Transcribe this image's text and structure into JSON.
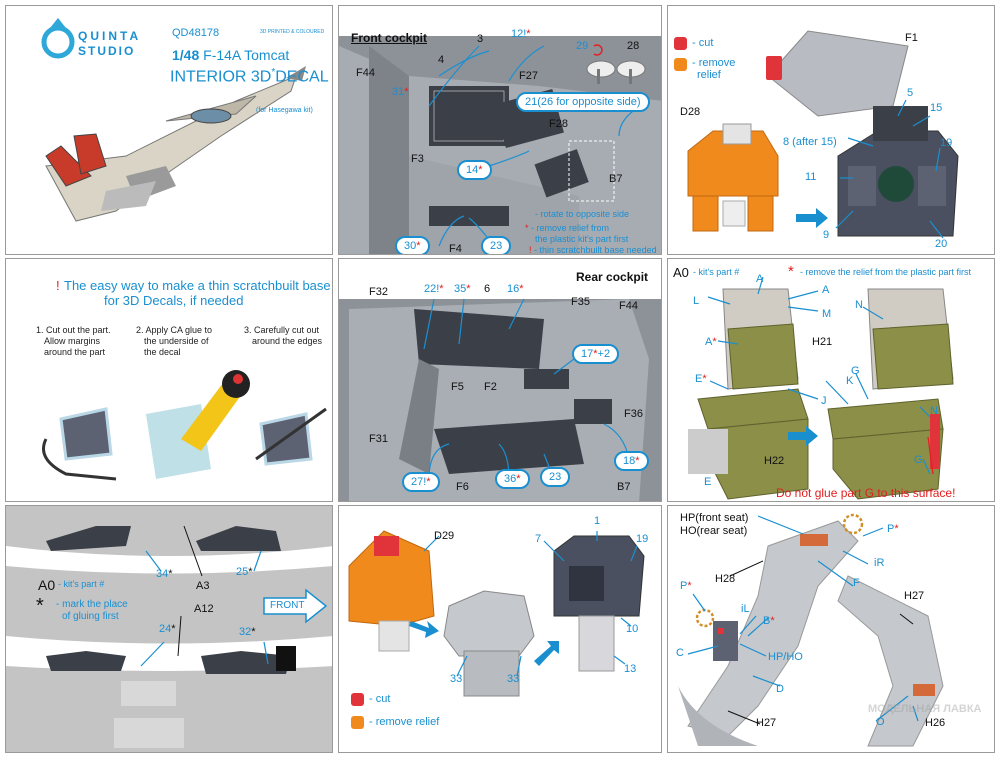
{
  "header": {
    "brand_line1": "QUINTA",
    "brand_line2": "STUDIO",
    "code": "QD48178",
    "printed_note": "3D PRINTED & COLOURED",
    "scale": "1/48",
    "model": "F-14A Tomcat",
    "product": "INTERIOR 3D",
    "product_star": "*",
    "product_suffix": "DECAL",
    "kit_note": "(for Hasegawa kit)"
  },
  "front_cockpit": {
    "title": "Front cockpit",
    "labels": [
      "F44",
      "31",
      "3",
      "4",
      "12!",
      "F27",
      "29",
      "28",
      "21(26 for opposite side)",
      "F28",
      "F3",
      "14",
      "B7",
      "F4",
      "30",
      "23"
    ],
    "legend": [
      {
        "symbol": "rotate",
        "text": "- rotate to opposite side"
      },
      {
        "symbol": "*",
        "text": "- remove relief from"
      },
      {
        "symbol": "",
        "text": "the plastic kit's part first"
      },
      {
        "symbol": "!",
        "text": "- thin scratchbuilt base needed"
      }
    ]
  },
  "relief_panel": {
    "legend_cut": "- cut",
    "legend_remove": "- remove",
    "legend_remove2": "relief",
    "labels": [
      "F1",
      "D28",
      "5",
      "15",
      "8 (after 15)",
      "19",
      "11",
      "9",
      "20"
    ]
  },
  "thin_base": {
    "title_line1": "The easy way to make a thin scratchbuilt base",
    "title_line2": "for 3D Decals, if needed",
    "exclamation": "!",
    "steps": [
      {
        "line1": "1. Cut out the part.",
        "line2": "Allow margins",
        "line3": "around the part"
      },
      {
        "line1": "2. Apply CA glue to",
        "line2": "the underside of",
        "line3": "the decal"
      },
      {
        "line1": "3. Carefully cut out",
        "line2": "around the edges",
        "line3": ""
      }
    ]
  },
  "rear_cockpit": {
    "title": "Rear cockpit",
    "labels": [
      "F32",
      "22!",
      "35",
      "6",
      "16",
      "F35",
      "F44",
      "17",
      "+2",
      "F5",
      "F2",
      "F36",
      "F31",
      "27!",
      "36",
      "23",
      "18",
      "F6",
      "B7"
    ]
  },
  "seats": {
    "a0_label": "A0",
    "a0_note": "- kit's part #",
    "star_note": "- remove the relief from the plastic part first",
    "labels": [
      "A",
      "L",
      "A",
      "M",
      "N",
      "A",
      "H21",
      "E",
      "J",
      "K",
      "G",
      "N",
      "H22",
      "E",
      "G"
    ],
    "warning": "Do not glue part G to this surface!"
  },
  "canopy_frame": {
    "labels": [
      "34",
      "A3",
      "25",
      "A12",
      "24",
      "32"
    ],
    "a0_label": "A0",
    "a0_note": "- kit's part #",
    "mark_line1": "- mark the place",
    "mark_line2": "of gluing first",
    "front_arrow": "FRONT"
  },
  "pedestal": {
    "labels": [
      "D29",
      "1",
      "7",
      "19",
      "33",
      "33",
      "10",
      "13"
    ],
    "legend_cut": "- cut",
    "legend_remove": "- remove relief"
  },
  "ejection_seat": {
    "labels": [
      "HP(front seat)",
      "HO(rear seat)",
      "P",
      "iR",
      "H28",
      "F",
      "H27",
      "P",
      "B",
      "iL",
      "C",
      "HP/HO",
      "D",
      "H27",
      "O",
      "H26"
    ],
    "watermark": "МОДЕЛЬНАЯ ЛАВКА"
  },
  "colors": {
    "blue": "#1a8fd0",
    "red": "#e02020",
    "cut_red": "#e0343a",
    "relief_orange": "#f08a1c",
    "olive": "#8b8f48",
    "panel_grey": "#3b3f48"
  }
}
